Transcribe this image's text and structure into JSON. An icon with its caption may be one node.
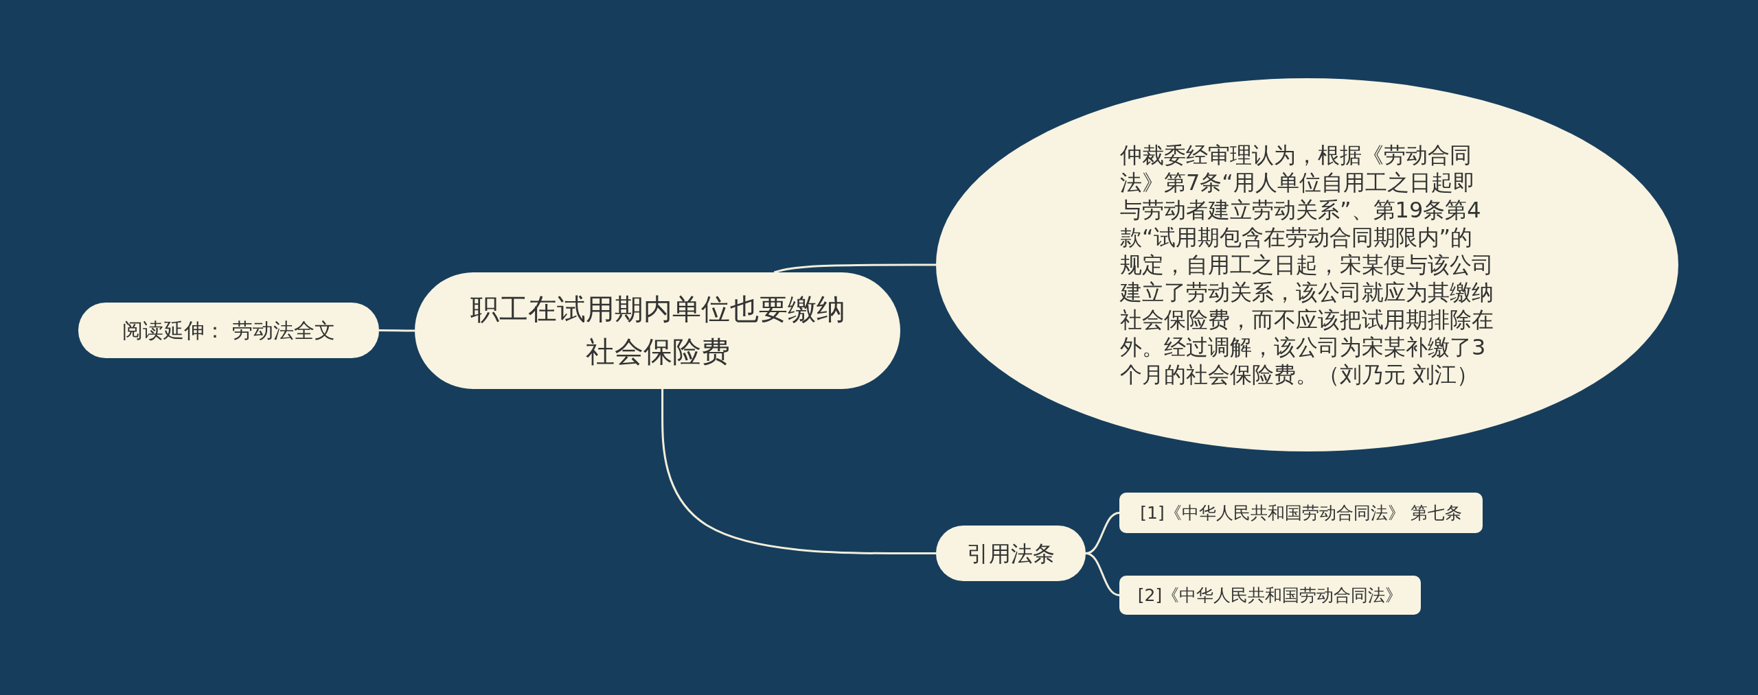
{
  "diagram": {
    "nodes": [
      {
        "text": [
          "职工在试用期内单位也要缴纳社会保险费"
        ]
      },
      {
        "text": [
          "仲裁委经审理认为，根据《劳动合同法》第7条“用人单位自用工之日起即与劳动者建立劳动关系”、第19条第4款“试用期包含在劳动合同期限内”的规定，自用工之日起，宋某便与该公司建立了劳动关系，该公司就应为其缴纳社会保险费，而不应该把试用期排除在外。经过调解，该公司为宋某补缴了3个月的社会保险费。（刘乃元 刘江）"
        ]
      },
      {
        "text": [
          "阅读延伸： 劳动法全文"
        ]
      },
      {
        "text": [
          "引用法条"
        ]
      },
      {
        "text": [
          "[1]《中华人民共和国劳动合同法》 第七条"
        ]
      },
      {
        "text": [
          "[2]《中华人民共和国劳动合同法》"
        ]
      }
    ],
    "edges": [
      {
        "from": 0,
        "to": 1,
        "arrow": "none"
      },
      {
        "from": 0,
        "to": 2,
        "arrow": "none"
      },
      {
        "from": 0,
        "to": 3,
        "arrow": "none"
      },
      {
        "from": 3,
        "to": 4,
        "arrow": "none"
      },
      {
        "from": 3,
        "to": 5,
        "arrow": "none"
      }
    ]
  }
}
